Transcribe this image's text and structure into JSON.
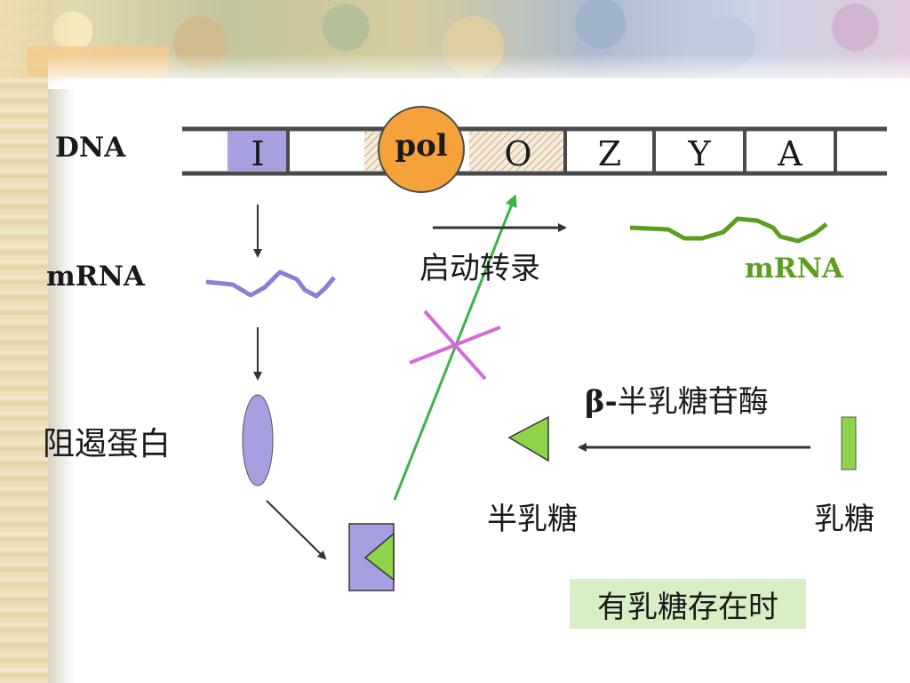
{
  "labels": {
    "dna": "DNA",
    "mrna_left": "mRNA",
    "repressor": "阻遏蛋白",
    "transcription": "启动转录",
    "mrna_right": "mRNA",
    "enzyme_prefix": "β-",
    "enzyme_name": "半乳糖苷酶",
    "galactose": "半乳糖",
    "lactose": "乳糖",
    "condition": "有乳糖存在时"
  },
  "genes": {
    "i": "I",
    "pol": "pol",
    "o": "O",
    "z": "Z",
    "y": "Y",
    "a": "A"
  },
  "colors": {
    "repressor": "#a6a0e0",
    "polymerase": "#f6a23a",
    "mrna_left": "#8a7fd6",
    "mrna_right": "#5c9e1f",
    "lactose": "#8ed44a",
    "green_arrow": "#3cb24a",
    "block_cross": "#d46ad8",
    "condition_box": "#d6efc4"
  }
}
